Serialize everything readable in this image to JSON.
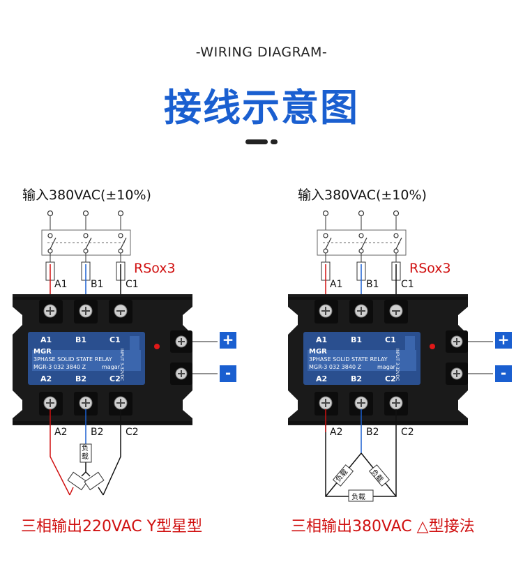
{
  "header": {
    "subtitle": "-WIRING DIAGRAM-",
    "title": "接线示意图"
  },
  "panels": [
    {
      "input_label": "输入380VAC(±10%)",
      "fuse_label": "RSox3",
      "top_wire_labels": [
        "A1",
        "B1",
        "C1"
      ],
      "bottom_wire_labels": [
        "A2",
        "B2",
        "C2"
      ],
      "relay": {
        "top_terms": [
          "A1",
          "B1",
          "C1"
        ],
        "bottom_terms": [
          "A2",
          "B2",
          "C2"
        ],
        "brand": "MGR",
        "phase_text": "3PHASE SOLID STATE RELAY",
        "model": "MGR-3 032 3840 Z",
        "maker": "magar",
        "input_text": "INPUT 3-32VDC"
      },
      "control_plus": "+",
      "control_minus": "-",
      "load_label": "负载",
      "caption": "三相输出220VAC Y型星型"
    },
    {
      "input_label": "输入380VAC(±10%)",
      "fuse_label": "RSox3",
      "top_wire_labels": [
        "A1",
        "B1",
        "C1"
      ],
      "bottom_wire_labels": [
        "A2",
        "B2",
        "C2"
      ],
      "relay": {
        "top_terms": [
          "A1",
          "B1",
          "C1"
        ],
        "bottom_terms": [
          "A2",
          "B2",
          "C2"
        ],
        "brand": "MGR",
        "phase_text": "3PHASE SOLID STATE RELAY",
        "model": "MGR-3 032 3840 Z",
        "maker": "magar",
        "input_text": "INPUT 3-32VDC"
      },
      "control_plus": "+",
      "control_minus": "-",
      "load_label": "负载",
      "caption": "三相输出380VAC △型接法"
    }
  ],
  "colors": {
    "title_blue": "#1a5fd0",
    "wire_red": "#d01010",
    "wire_blue": "#1a5fd0",
    "wire_black": "#111111",
    "relay_body": "#1a1a1a",
    "label_blue": "#2a4f8f"
  }
}
